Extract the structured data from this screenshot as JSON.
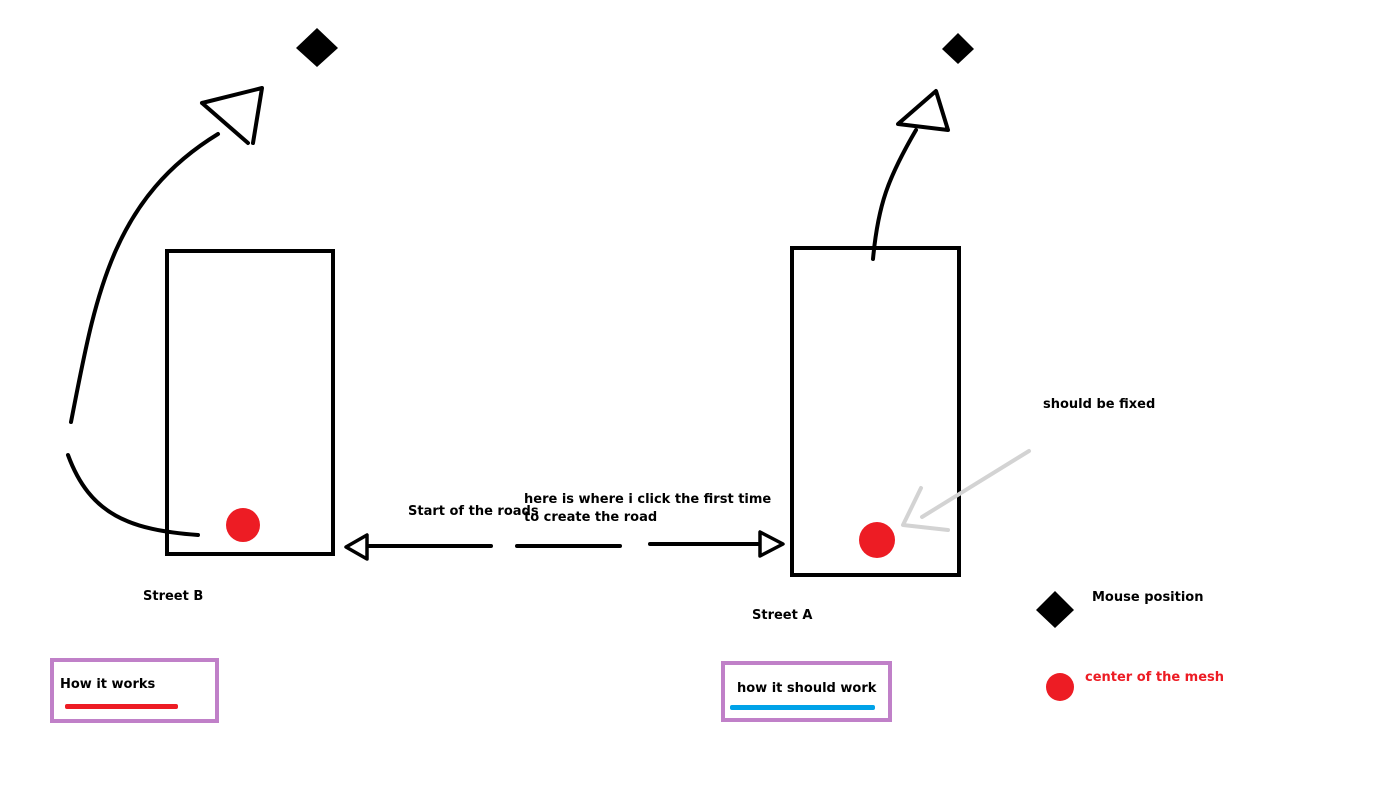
{
  "labels": {
    "street_b": "Street B",
    "street_a": "Street A",
    "start_roads": "Start of the roads",
    "click_line1": "here is where i click the first time",
    "click_line2": "to create the road",
    "should_be_fixed": "should be fixed"
  },
  "legend": {
    "how_it_works": "How it works",
    "how_it_should_work": "how it should work",
    "mouse_position": "Mouse position",
    "center_of_mesh": "center of the mesh"
  },
  "colors": {
    "stroke": "#000000",
    "mesh_center": "#ed1c24",
    "fix_arrow": "#d3d3d3",
    "legend_border": "#c080c8",
    "works_underline": "#ed1c24",
    "should_underline": "#00a2e8"
  },
  "icons": {
    "mouse_marker": "black-diamond-icon",
    "mesh_marker": "red-circle-icon"
  }
}
